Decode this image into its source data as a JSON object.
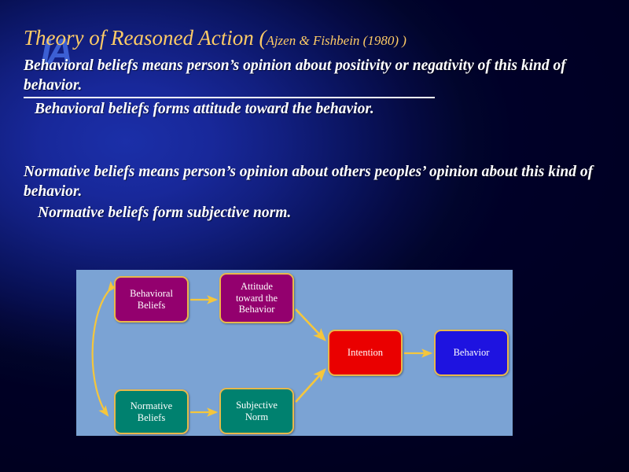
{
  "slide": {
    "watermark": "IA",
    "title_main": "Theory of Reasoned Action (",
    "title_citation": "Ajzen & Fishbein (1980) )",
    "paragraph_1": "Behavioral beliefs means person’s opinion about positivity or negativity of this kind of behavior.",
    "subpoint_1": "Behavioral beliefs forms attitude toward the behavior.",
    "paragraph_2": " Normative beliefs means person’s opinion about others peoples’ opinion about this kind of behavior.",
    "subpoint_2": "Normative beliefs form subjective norm."
  },
  "colors": {
    "background_dark": "#000033",
    "background_glow": "#1b2fa8",
    "title_gold": "#ffcc66",
    "body_white": "#ffffff",
    "watermark_blue": "#3f63d8",
    "panel_blue": "#7ba3d4",
    "node_border_gold": "#e8b84b",
    "node_purple": "#93006e",
    "node_teal": "#00816f",
    "node_red": "#ea0000",
    "node_blue": "#1e13e0",
    "arrow_gold": "#f5c63c"
  },
  "diagram": {
    "nodes": [
      {
        "id": "behavioral-beliefs",
        "label": "Behavioral\nBeliefs",
        "color": "#93006e"
      },
      {
        "id": "attitude",
        "label": "Attitude\ntoward the\nBehavior",
        "color": "#93006e"
      },
      {
        "id": "normative-beliefs",
        "label": "Normative\nBeliefs",
        "color": "#00816f"
      },
      {
        "id": "subjective-norm",
        "label": "Subjective\nNorm",
        "color": "#00816f"
      },
      {
        "id": "intention",
        "label": "Intention",
        "color": "#ea0000"
      },
      {
        "id": "behavior",
        "label": "Behavior",
        "color": "#1e13e0"
      }
    ],
    "edges": [
      {
        "from": "behavioral-beliefs",
        "to": "attitude",
        "style": "straight"
      },
      {
        "from": "normative-beliefs",
        "to": "subjective-norm",
        "style": "straight"
      },
      {
        "from": "attitude",
        "to": "intention",
        "style": "diagonal"
      },
      {
        "from": "subjective-norm",
        "to": "intention",
        "style": "diagonal"
      },
      {
        "from": "intention",
        "to": "behavior",
        "style": "straight"
      },
      {
        "from": "behavioral-beliefs",
        "to": "normative-beliefs",
        "style": "curved-bidirectional"
      }
    ]
  }
}
